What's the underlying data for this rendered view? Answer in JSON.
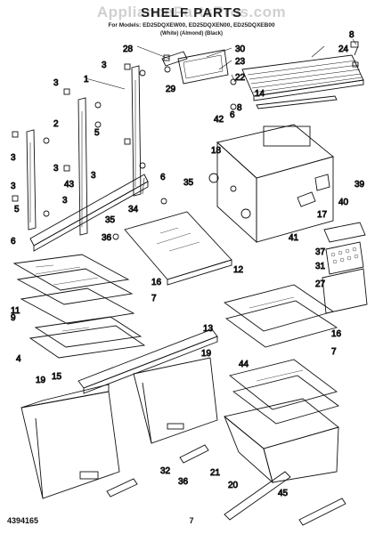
{
  "header": {
    "title": "SHELF PARTS",
    "model_line": "For Models: ED25DQXEW00, ED25DQXEN00, ED25DQXEB00",
    "color_line": "(White)          (Almond)          (Black)",
    "watermark": "AppliancePartsPros.com"
  },
  "footer": {
    "doc_number": "4394165",
    "page_number": "7"
  },
  "callouts": [
    "8",
    "24",
    "28",
    "30",
    "23",
    "22",
    "14",
    "29",
    "3",
    "1",
    "2",
    "3",
    "5",
    "3",
    "6",
    "3",
    "43",
    "35",
    "34",
    "36",
    "35",
    "12",
    "6",
    "16",
    "7",
    "11",
    "9",
    "4",
    "15",
    "13",
    "19",
    "19",
    "32",
    "36",
    "21",
    "20",
    "45",
    "42",
    "18",
    "39",
    "40",
    "17",
    "41",
    "37",
    "31",
    "27",
    "16",
    "7",
    "44",
    "3",
    "3",
    "5",
    "3",
    "8",
    "6"
  ]
}
